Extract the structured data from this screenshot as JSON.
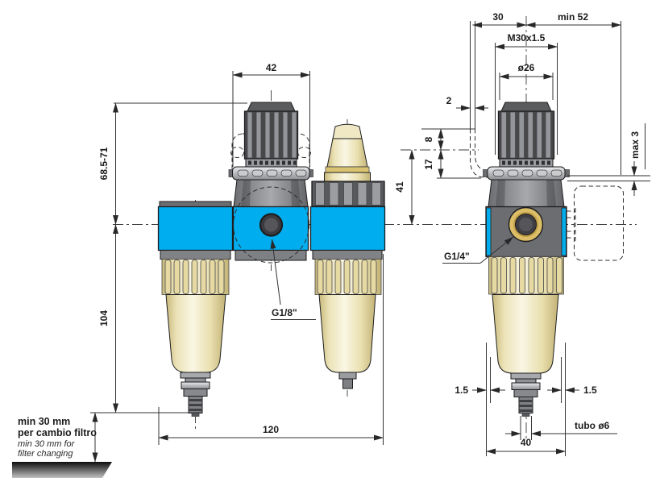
{
  "dims": {
    "knob_width": "42",
    "height_above_axis": "68.5-71",
    "height_below_axis": "104",
    "overall_width": "120",
    "gauge_port": "G1/8\"",
    "offset_left": "30",
    "clearance_right": "min 52",
    "bonnet_thread": "M30x1.5",
    "knob_diameter": "ø26",
    "bracket_thickness": "2",
    "bracket_dim_a": "8",
    "bracket_dim_b": "17",
    "axis_to_bracket": "41",
    "panel_thickness": "max 3",
    "inline_port": "G1/4\"",
    "bowl_clearance_left": "1.5",
    "bowl_clearance_right": "1.5",
    "drain_tube": "tubo ø6",
    "body_width": "40"
  },
  "note": {
    "line1_it": "min 30 mm",
    "line2_it": "per cambio filtro",
    "line1_en": "min 30 mm for",
    "line2_en": "filter changing"
  },
  "colors": {
    "body_blue": "#00AEEF",
    "bowl_cream": "#F2EDCC",
    "metal_gray": "#808285",
    "dark_gray": "#58595B",
    "brass": "#DDBE68",
    "line": "#1D1D1F"
  }
}
